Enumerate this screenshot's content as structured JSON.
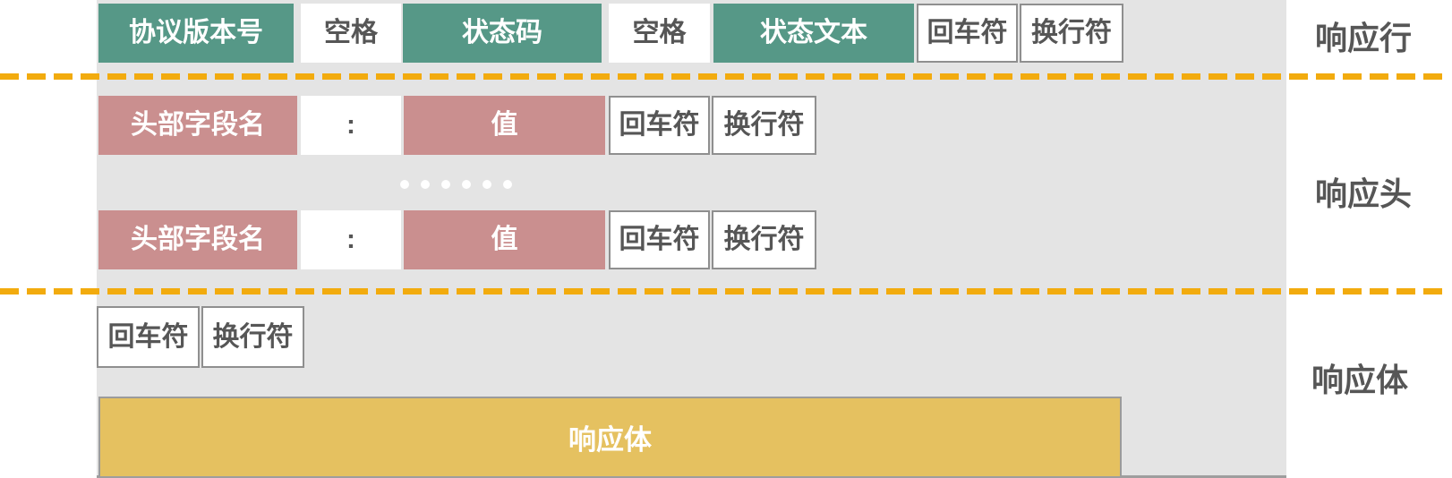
{
  "colors": {
    "page_bg": "#ffffff",
    "panel_bg": "#e4e4e4",
    "green": "#569887",
    "pink": "#ca8f8f",
    "yellow": "#e5c160",
    "dash_orange": "#f2ab0e",
    "box_border": "#8f8f8f",
    "gray_text": "#565656",
    "white_text": "#ffffff"
  },
  "sections": {
    "response_line": {
      "label": "响应行",
      "cells": {
        "protocol_version": "协议版本号",
        "space1": "空格",
        "status_code": "状态码",
        "space2": "空格",
        "status_text": "状态文本",
        "cr": "回车符",
        "lf": "换行符"
      }
    },
    "response_headers": {
      "label": "响应头",
      "row": {
        "field_name": "头部字段名",
        "colon": ":",
        "value": "值",
        "cr": "回车符",
        "lf": "换行符"
      },
      "ellipsis_dot_count": 6
    },
    "response_body": {
      "label": "响应体",
      "cr": "回车符",
      "lf": "换行符",
      "body_label": "响应体"
    }
  }
}
